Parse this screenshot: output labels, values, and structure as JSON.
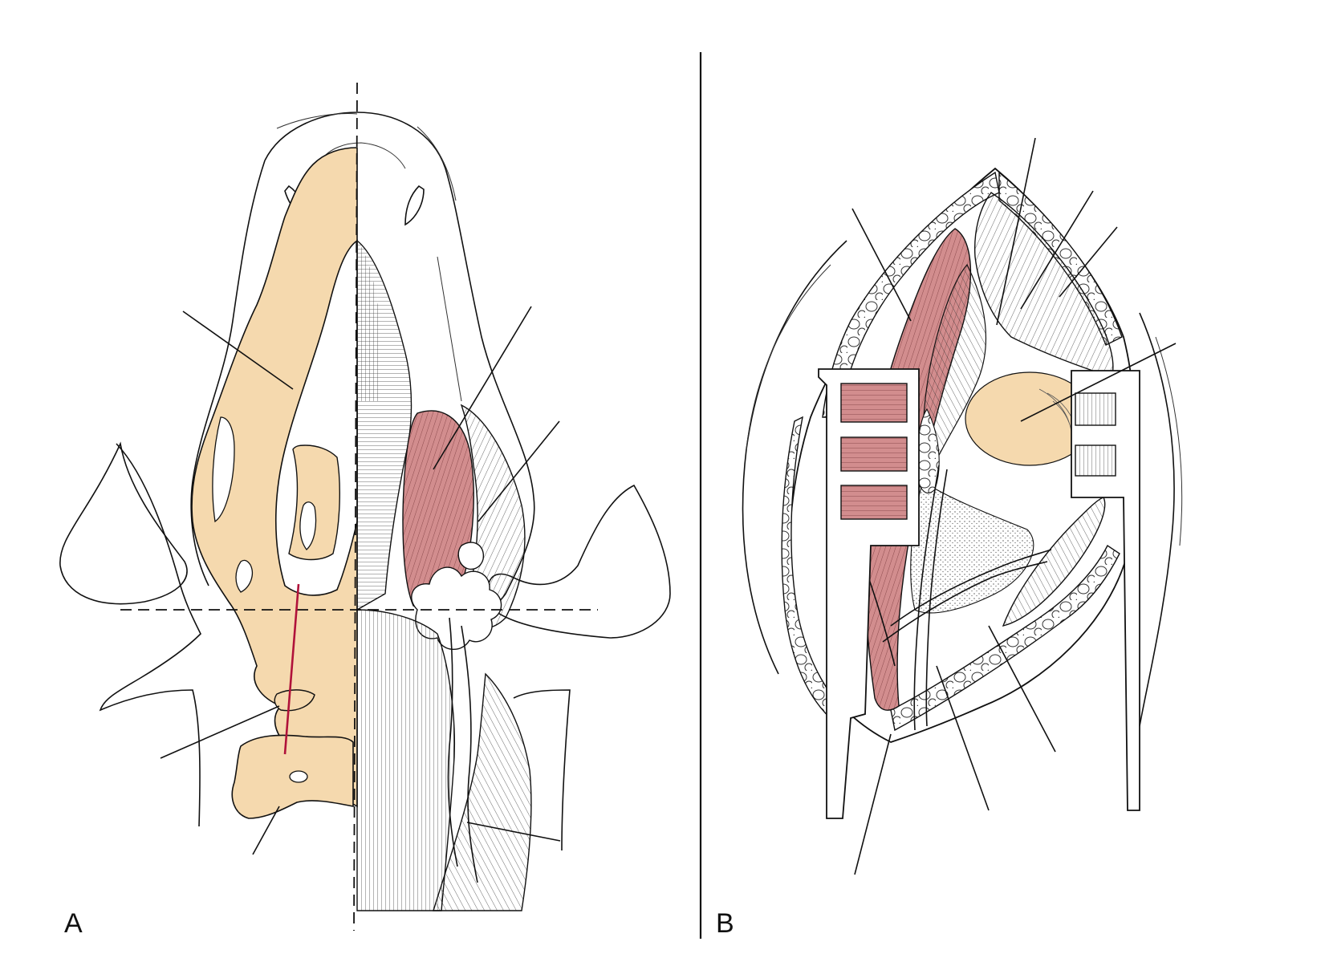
{
  "figure": {
    "panels": [
      {
        "id": "A",
        "label": "A"
      },
      {
        "id": "B",
        "label": "B"
      }
    ]
  },
  "colors": {
    "bone": "#f5d9ae",
    "muscle": "#d28d8e",
    "incision": "#b0123a",
    "ink": "#111111",
    "background": "#ffffff"
  }
}
